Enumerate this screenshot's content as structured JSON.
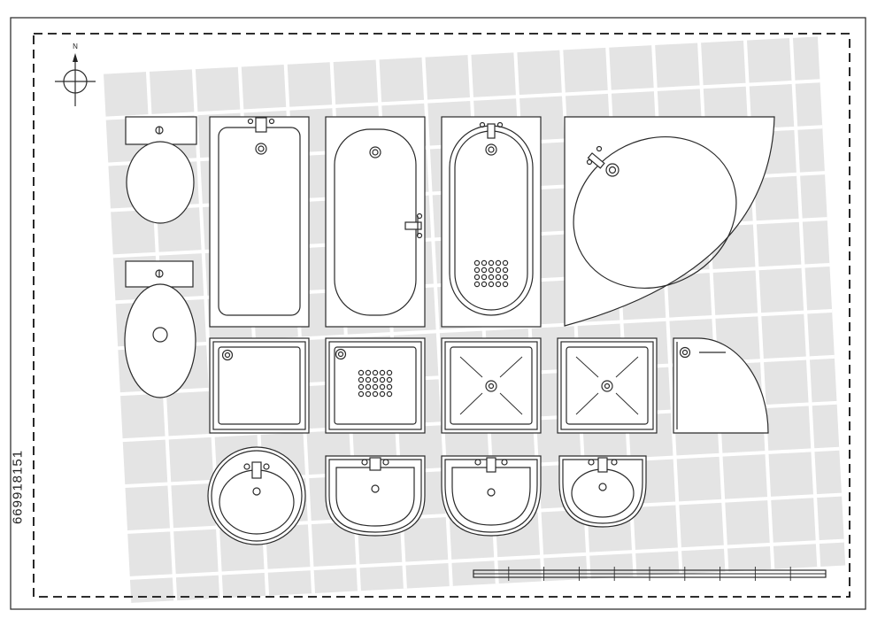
{
  "compass": {
    "north_label": "N"
  },
  "stock_id": "669918151",
  "drain_grid": {
    "rows": 4,
    "cols": 5
  },
  "scale_bar": {
    "segments": 10
  }
}
